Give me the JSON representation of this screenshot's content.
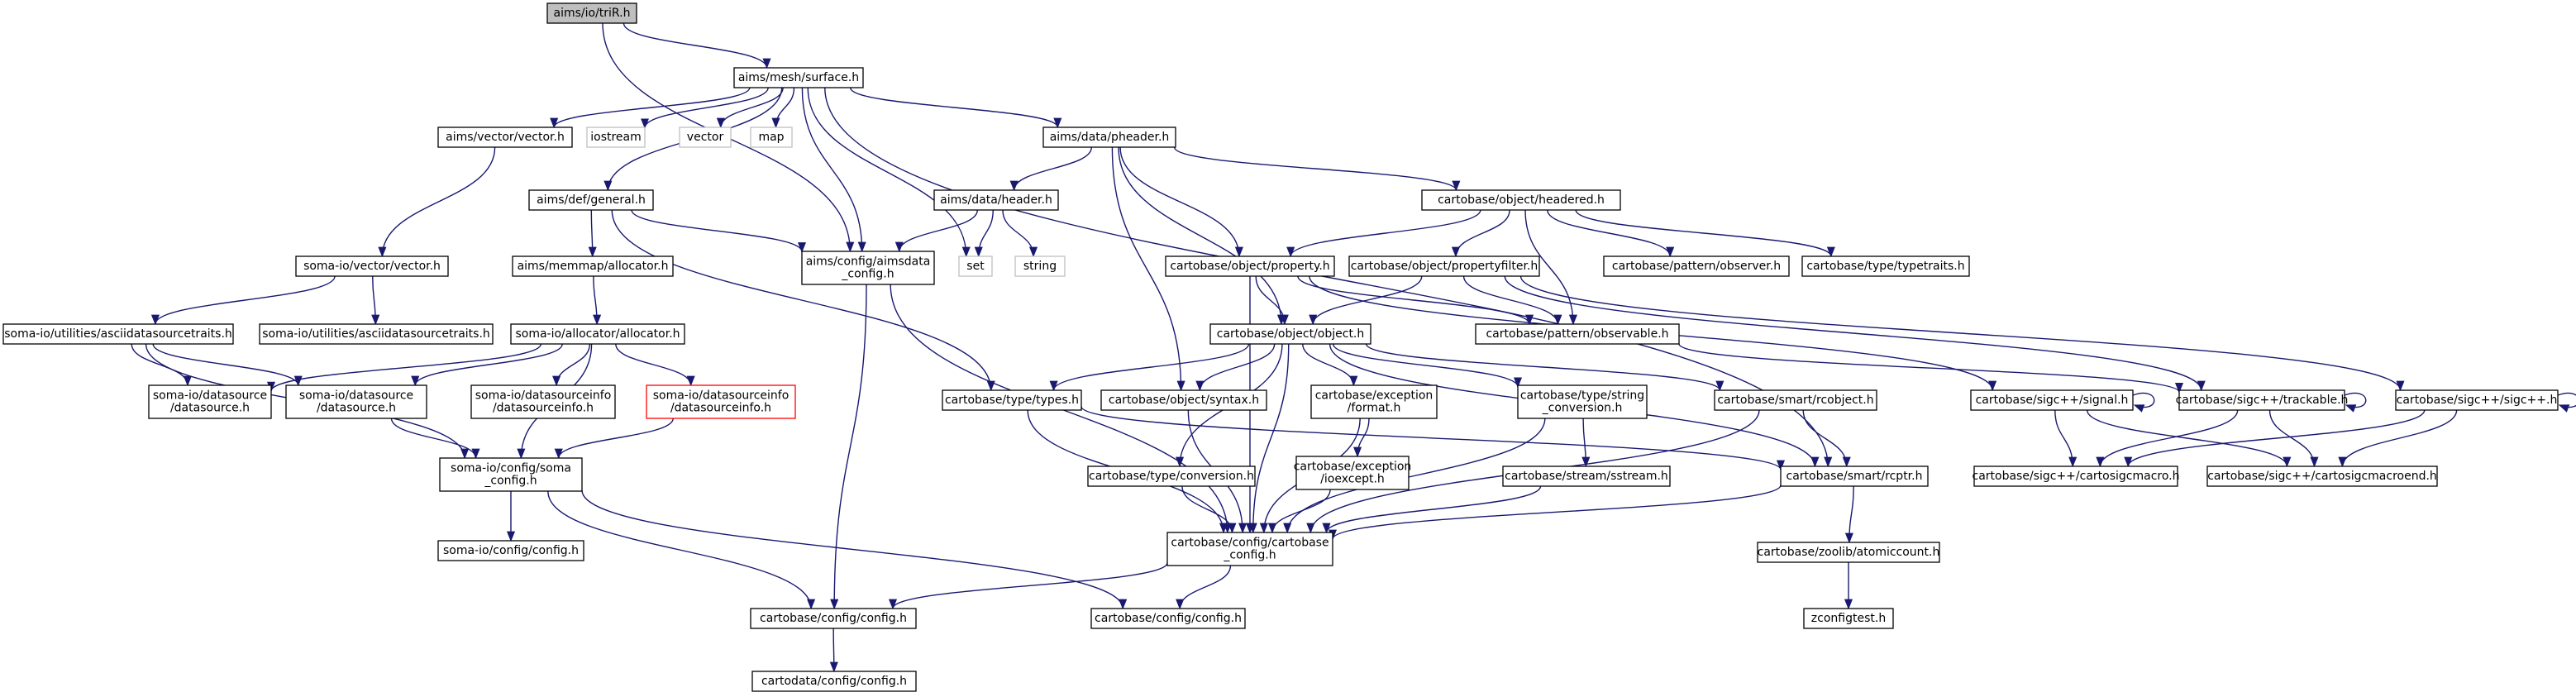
{
  "colors": {
    "edge": "#191970",
    "border": "#000000",
    "border_missing": "#bfbfbf",
    "border_truncated": "#ff0000",
    "root_fill": "#bfbfbf",
    "node_fill": "#ffffff",
    "text": "#000000"
  },
  "nodes": [
    {
      "id": "n0",
      "label": [
        "aims/io/triR.h"
      ],
      "style": "root"
    },
    {
      "id": "n1",
      "label": [
        "aims/mesh/surface.h"
      ],
      "style": "normal"
    },
    {
      "id": "n2",
      "label": [
        "aims/vector/vector.h"
      ],
      "style": "normal"
    },
    {
      "id": "n3",
      "label": [
        "iostream"
      ],
      "style": "missing"
    },
    {
      "id": "n4",
      "label": [
        "vector"
      ],
      "style": "missing"
    },
    {
      "id": "n5",
      "label": [
        "map"
      ],
      "style": "missing"
    },
    {
      "id": "n6",
      "label": [
        "aims/data/pheader.h"
      ],
      "style": "normal"
    },
    {
      "id": "n7",
      "label": [
        "aims/def/general.h"
      ],
      "style": "normal"
    },
    {
      "id": "n8",
      "label": [
        "aims/data/header.h"
      ],
      "style": "normal"
    },
    {
      "id": "n9",
      "label": [
        "cartobase/object/headered.h"
      ],
      "style": "normal"
    },
    {
      "id": "n10",
      "label": [
        "soma-io/vector/vector.h"
      ],
      "style": "normal"
    },
    {
      "id": "n11",
      "label": [
        "aims/memmap/allocator.h"
      ],
      "style": "normal"
    },
    {
      "id": "n12",
      "label": [
        "aims/config/aimsdata",
        "_config.h"
      ],
      "style": "normal"
    },
    {
      "id": "n13",
      "label": [
        "set"
      ],
      "style": "missing"
    },
    {
      "id": "n14",
      "label": [
        "string"
      ],
      "style": "missing"
    },
    {
      "id": "n15",
      "label": [
        "cartobase/object/property.h"
      ],
      "style": "normal"
    },
    {
      "id": "n16",
      "label": [
        "cartobase/object/propertyfilter.h"
      ],
      "style": "normal"
    },
    {
      "id": "n17",
      "label": [
        "cartobase/pattern/observer.h"
      ],
      "style": "normal"
    },
    {
      "id": "n18",
      "label": [
        "cartobase/type/typetraits.h"
      ],
      "style": "normal"
    },
    {
      "id": "n19",
      "label": [
        "soma-io/utilities/asciidatasourcetraits.h"
      ],
      "style": "normal"
    },
    {
      "id": "n20",
      "label": [
        "soma-io/utilities/asciidatasourcetraits.h"
      ],
      "style": "normal"
    },
    {
      "id": "n21",
      "label": [
        "soma-io/allocator/allocator.h"
      ],
      "style": "normal"
    },
    {
      "id": "n22",
      "label": [
        "cartobase/object/object.h"
      ],
      "style": "normal"
    },
    {
      "id": "n23",
      "label": [
        "cartobase/pattern/observable.h"
      ],
      "style": "normal"
    },
    {
      "id": "n24",
      "label": [
        "soma-io/datasource",
        "/datasource.h"
      ],
      "style": "normal"
    },
    {
      "id": "n25",
      "label": [
        "soma-io/datasource",
        "/datasource.h"
      ],
      "style": "normal"
    },
    {
      "id": "n26",
      "label": [
        "soma-io/datasourceinfo",
        "/datasourceinfo.h"
      ],
      "style": "normal"
    },
    {
      "id": "n27",
      "label": [
        "soma-io/datasourceinfo",
        "/datasourceinfo.h"
      ],
      "style": "truncated"
    },
    {
      "id": "n28",
      "label": [
        "cartobase/type/types.h"
      ],
      "style": "normal"
    },
    {
      "id": "n29",
      "label": [
        "cartobase/object/syntax.h"
      ],
      "style": "normal"
    },
    {
      "id": "n30",
      "label": [
        "cartobase/exception",
        "/format.h"
      ],
      "style": "normal"
    },
    {
      "id": "n31",
      "label": [
        "cartobase/type/string",
        "_conversion.h"
      ],
      "style": "normal"
    },
    {
      "id": "n32",
      "label": [
        "cartobase/smart/rcobject.h"
      ],
      "style": "normal"
    },
    {
      "id": "n33",
      "label": [
        "cartobase/sigc++/signal.h"
      ],
      "style": "normal"
    },
    {
      "id": "n34",
      "label": [
        "cartobase/sigc++/trackable.h"
      ],
      "style": "normal"
    },
    {
      "id": "n35",
      "label": [
        "cartobase/sigc++/sigc++.h"
      ],
      "style": "normal"
    },
    {
      "id": "n36",
      "label": [
        "soma-io/config/soma",
        "_config.h"
      ],
      "style": "normal"
    },
    {
      "id": "n37",
      "label": [
        "cartobase/type/conversion.h"
      ],
      "style": "normal"
    },
    {
      "id": "n38",
      "label": [
        "cartobase/exception",
        "/ioexcept.h"
      ],
      "style": "normal"
    },
    {
      "id": "n39",
      "label": [
        "cartobase/stream/sstream.h"
      ],
      "style": "normal"
    },
    {
      "id": "n40",
      "label": [
        "cartobase/smart/rcptr.h"
      ],
      "style": "normal"
    },
    {
      "id": "n41",
      "label": [
        "cartobase/sigc++/cartosigcmacro.h"
      ],
      "style": "normal"
    },
    {
      "id": "n42",
      "label": [
        "cartobase/sigc++/cartosigcmacroend.h"
      ],
      "style": "normal"
    },
    {
      "id": "n43",
      "label": [
        "soma-io/config/config.h"
      ],
      "style": "normal"
    },
    {
      "id": "n44",
      "label": [
        "cartobase/config/cartobase",
        "_config.h"
      ],
      "style": "normal"
    },
    {
      "id": "n45",
      "label": [
        "cartobase/zoolib/atomiccount.h"
      ],
      "style": "normal"
    },
    {
      "id": "n46",
      "label": [
        "cartobase/config/config.h"
      ],
      "style": "normal"
    },
    {
      "id": "n47",
      "label": [
        "cartobase/config/config.h"
      ],
      "style": "normal"
    },
    {
      "id": "n48",
      "label": [
        "zconfigtest.h"
      ],
      "style": "normal"
    },
    {
      "id": "n49",
      "label": [
        "cartodata/config/config.h"
      ],
      "style": "normal"
    }
  ],
  "edges": [
    [
      "n0",
      "n1"
    ],
    [
      "n0",
      "n12"
    ],
    [
      "n1",
      "n2"
    ],
    [
      "n1",
      "n3"
    ],
    [
      "n1",
      "n4"
    ],
    [
      "n1",
      "n5"
    ],
    [
      "n1",
      "n6"
    ],
    [
      "n1",
      "n7"
    ],
    [
      "n1",
      "n12"
    ],
    [
      "n1",
      "n13"
    ],
    [
      "n1",
      "n40"
    ],
    [
      "n2",
      "n10"
    ],
    [
      "n10",
      "n19"
    ],
    [
      "n10",
      "n20"
    ],
    [
      "n19",
      "n24"
    ],
    [
      "n19",
      "n25"
    ],
    [
      "n19",
      "n36"
    ],
    [
      "n7",
      "n11"
    ],
    [
      "n7",
      "n12"
    ],
    [
      "n7",
      "n28"
    ],
    [
      "n11",
      "n21"
    ],
    [
      "n21",
      "n24"
    ],
    [
      "n21",
      "n25"
    ],
    [
      "n21",
      "n26"
    ],
    [
      "n21",
      "n27"
    ],
    [
      "n21",
      "n36"
    ],
    [
      "n25",
      "n36"
    ],
    [
      "n27",
      "n36"
    ],
    [
      "n36",
      "n43"
    ],
    [
      "n36",
      "n46"
    ],
    [
      "n36",
      "n47"
    ],
    [
      "n12",
      "n46"
    ],
    [
      "n12",
      "n44"
    ],
    [
      "n6",
      "n8"
    ],
    [
      "n6",
      "n9"
    ],
    [
      "n6",
      "n15"
    ],
    [
      "n6",
      "n22"
    ],
    [
      "n6",
      "n29"
    ],
    [
      "n8",
      "n12"
    ],
    [
      "n8",
      "n13"
    ],
    [
      "n8",
      "n14"
    ],
    [
      "n9",
      "n15"
    ],
    [
      "n9",
      "n16"
    ],
    [
      "n9",
      "n17"
    ],
    [
      "n9",
      "n18"
    ],
    [
      "n9",
      "n23"
    ],
    [
      "n15",
      "n22"
    ],
    [
      "n15",
      "n23"
    ],
    [
      "n15",
      "n33"
    ],
    [
      "n15",
      "n44"
    ],
    [
      "n16",
      "n22"
    ],
    [
      "n16",
      "n23"
    ],
    [
      "n16",
      "n34"
    ],
    [
      "n16",
      "n35"
    ],
    [
      "n22",
      "n28"
    ],
    [
      "n22",
      "n29"
    ],
    [
      "n22",
      "n30"
    ],
    [
      "n22",
      "n31"
    ],
    [
      "n22",
      "n32"
    ],
    [
      "n22",
      "n37"
    ],
    [
      "n22",
      "n40"
    ],
    [
      "n22",
      "n44"
    ],
    [
      "n23",
      "n34"
    ],
    [
      "n28",
      "n40"
    ],
    [
      "n28",
      "n44"
    ],
    [
      "n29",
      "n44"
    ],
    [
      "n30",
      "n38"
    ],
    [
      "n30",
      "n44"
    ],
    [
      "n31",
      "n39"
    ],
    [
      "n31",
      "n44"
    ],
    [
      "n32",
      "n40"
    ],
    [
      "n32",
      "n44"
    ],
    [
      "n33",
      "n33"
    ],
    [
      "n33",
      "n41"
    ],
    [
      "n33",
      "n42"
    ],
    [
      "n34",
      "n34"
    ],
    [
      "n34",
      "n41"
    ],
    [
      "n34",
      "n42"
    ],
    [
      "n35",
      "n35"
    ],
    [
      "n35",
      "n41"
    ],
    [
      "n35",
      "n42"
    ],
    [
      "n37",
      "n44"
    ],
    [
      "n38",
      "n44"
    ],
    [
      "n39",
      "n44"
    ],
    [
      "n40",
      "n44"
    ],
    [
      "n40",
      "n45"
    ],
    [
      "n44",
      "n46"
    ],
    [
      "n44",
      "n47"
    ],
    [
      "n45",
      "n48"
    ],
    [
      "n46",
      "n49"
    ]
  ]
}
